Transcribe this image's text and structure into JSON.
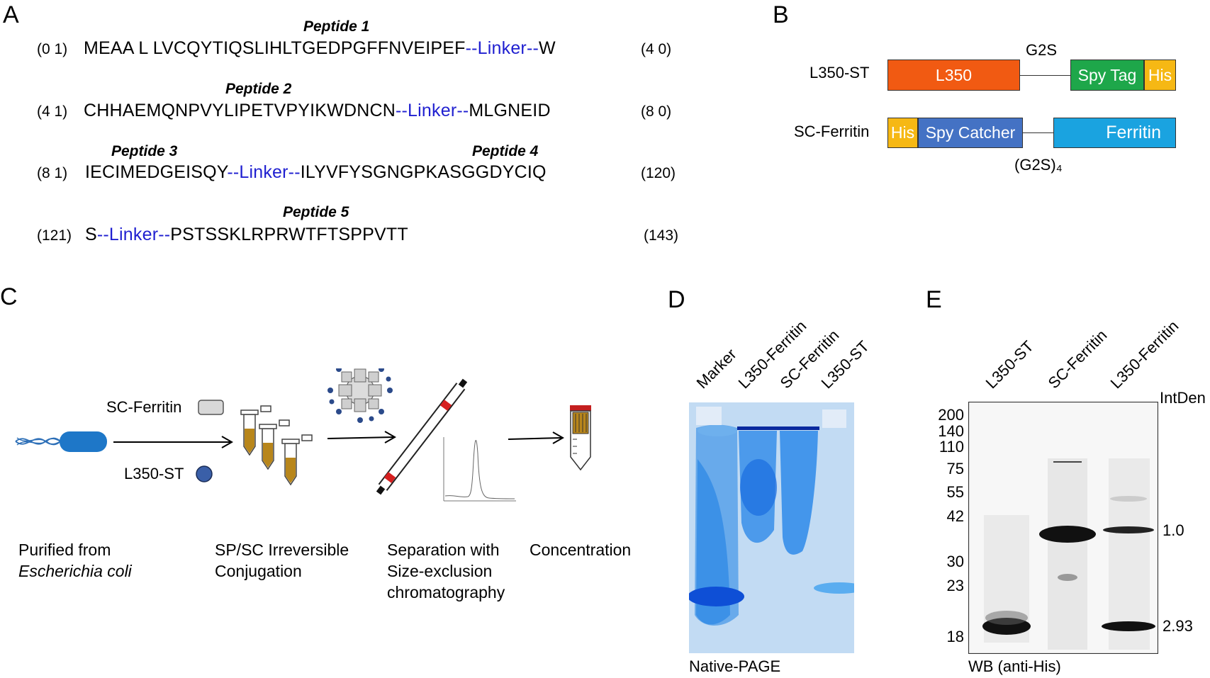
{
  "panelA": {
    "letter": "A",
    "rows": [
      {
        "peptides": [
          "Peptide 1"
        ],
        "start": "(0 1)",
        "pre": "MEAA L LVCQYTIQSLIHLTGEDPGFFNVEIPEF",
        "linker": "--Linker--",
        "post": "W",
        "end": "(4 0)"
      },
      {
        "peptides": [
          "Peptide 2"
        ],
        "start": "(4 1)",
        "pre": "CHHAEMQNPVYLIPETVPYIKWDNCN",
        "linker": "--Linker--",
        "post": "MLGNEID",
        "end": "(8 0)"
      },
      {
        "peptides": [
          "Peptide 3",
          "Peptide 4"
        ],
        "start": "(8 1)",
        "pre": "IECIMEDGEISQY",
        "linker": "--Linker--",
        "post": "ILYVFYSGNGPKASGGDYCIQ",
        "end": "(120)"
      },
      {
        "peptides": [
          "Peptide 5"
        ],
        "start": "(121)",
        "pre": "S",
        "linker": "--Linker--",
        "post": "PSTSSKLRPRWTFTSPPVTT",
        "end": "(143)"
      }
    ]
  },
  "panelB": {
    "letter": "B",
    "construct1": {
      "name": "L350-ST",
      "linker": "G2S",
      "domains": [
        "L350",
        "Spy Tag",
        "His"
      ]
    },
    "construct2": {
      "name": "SC-Ferritin",
      "linker": "(G2S)₄",
      "domains": [
        "His",
        "Spy Catcher",
        "Ferritin"
      ]
    },
    "colors": {
      "l350": "#f15a12",
      "spytag": "#1ea74a",
      "his": "#f6b814",
      "spycatcher": "#4472c4",
      "ferritin": "#1aa3e0"
    }
  },
  "panelC": {
    "letter": "C",
    "sc_label": "SC-Ferritin",
    "l350_label": "L350-ST",
    "steps": {
      "s1_line1": "Purified from",
      "s1_line2": "Escherichia coli",
      "s2_line1": "SP/SC Irreversible",
      "s2_line2": "Conjugation",
      "s3_line1": "Separation with",
      "s3_line2": "Size-exclusion",
      "s3_line3": "chromatography",
      "s4_line1": "Concentration"
    }
  },
  "panelD": {
    "letter": "D",
    "lanes": [
      "Marker",
      "L350-Ferritin",
      "SC-Ferritin",
      "L350-ST"
    ],
    "caption": "Native-PAGE"
  },
  "panelE": {
    "letter": "E",
    "lanes": [
      "L350-ST",
      "SC-Ferritin",
      "L350-Ferritin"
    ],
    "mw_markers": [
      "200",
      "140",
      "110",
      "75",
      "55",
      "42",
      "30",
      "23",
      "18"
    ],
    "intden_header": "IntDen",
    "intden_values": [
      "1.0",
      "2.93"
    ],
    "caption": "WB (anti-His)"
  }
}
